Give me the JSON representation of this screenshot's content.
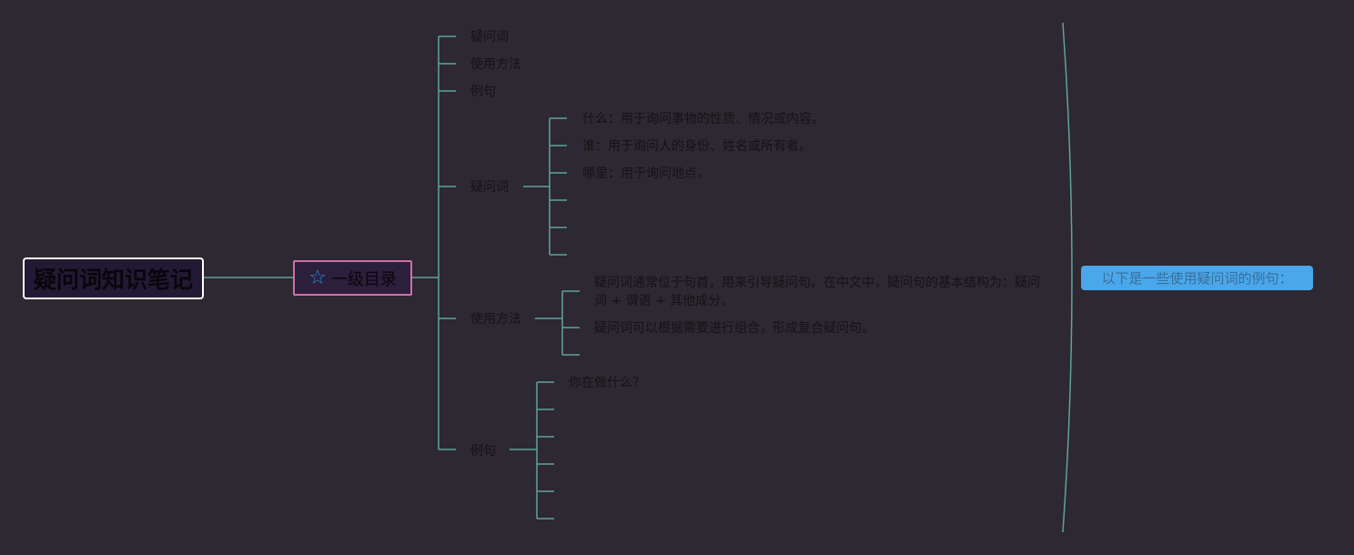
{
  "root": {
    "title": "疑问词知识笔记"
  },
  "level1": {
    "label": "一级目录",
    "icon": "star-icon"
  },
  "toc": [
    "疑问词",
    "使用方法",
    "例句"
  ],
  "sections": [
    {
      "title": "疑问词",
      "items": [
        "什么：用于询问事物的性质、情况或内容。",
        "谁：用于询问人的身份、姓名或所有者。",
        "哪里：用于询问地点。",
        "",
        "",
        ""
      ]
    },
    {
      "title": "使用方法",
      "items": [
        "疑问词通常位于句首，用来引导疑问句。在中文中，疑问句的基本结构为：疑问词 + 谓语 + 其他成分。",
        "疑问词可以根据需要进行组合，形成复合疑问句。",
        ""
      ]
    },
    {
      "title": "例句",
      "items": [
        "你在做什么？",
        "",
        "",
        "",
        "",
        ""
      ]
    }
  ],
  "summary": {
    "text": "以下是一些使用疑问词的例句："
  },
  "colors": {
    "background": "#2d2832",
    "connector": "#5fa39d",
    "root_border": "#ffffff",
    "level1_border": "#d26fa8",
    "summary_fill": "#4aa7ea",
    "star": "#2f8fd8"
  }
}
